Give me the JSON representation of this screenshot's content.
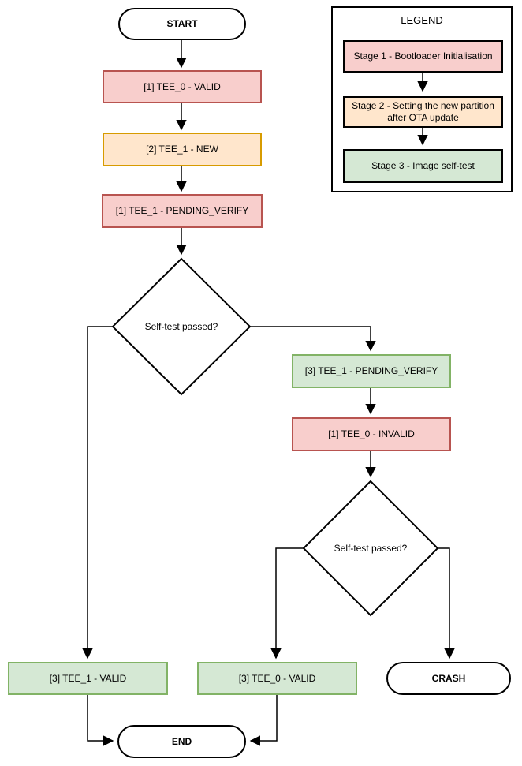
{
  "diagram": {
    "title_hint": "OTA TEE partition state flowchart",
    "nodes": {
      "start": "START",
      "tee0_valid_s1": "[1] TEE_0 - VALID",
      "tee1_new_s2": "[2] TEE_1 - NEW",
      "tee1_pending_s1": "[1] TEE_1 - PENDING_VERIFY",
      "decision1": "Self-test passed?",
      "tee1_pending_s3": "[3] TEE_1 - PENDING_VERIFY",
      "tee0_invalid_s1": "[1] TEE_0 - INVALID",
      "decision2": "Self-test passed?",
      "tee1_valid_s3": "[3] TEE_1 - VALID",
      "tee0_valid_s3": "[3] TEE_0 - VALID",
      "crash": "CRASH",
      "end": "END"
    }
  },
  "legend": {
    "title": "LEGEND",
    "items": [
      {
        "label": "Stage 1 - Bootloader Initialisation"
      },
      {
        "label": "Stage 2 - Setting the new partition after OTA update"
      },
      {
        "label": "Stage 3 - Image self-test"
      }
    ]
  },
  "colors": {
    "stage1": {
      "fill": "#F8CECC",
      "stroke": "#B85450"
    },
    "stage2": {
      "fill": "#FFE6CC",
      "stroke": "#D79B00"
    },
    "stage3": {
      "fill": "#D5E8D4",
      "stroke": "#82B366"
    },
    "legend_stage1": {
      "fill": "#F8CECC",
      "stroke": "#000000"
    },
    "legend_stage2": {
      "fill": "#FFE6CC",
      "stroke": "#000000"
    },
    "legend_stage3": {
      "fill": "#D5E8D4",
      "stroke": "#000000"
    },
    "line": "#000000",
    "terminal_fill": "#FFFFFF",
    "terminal_stroke": "#000000"
  }
}
